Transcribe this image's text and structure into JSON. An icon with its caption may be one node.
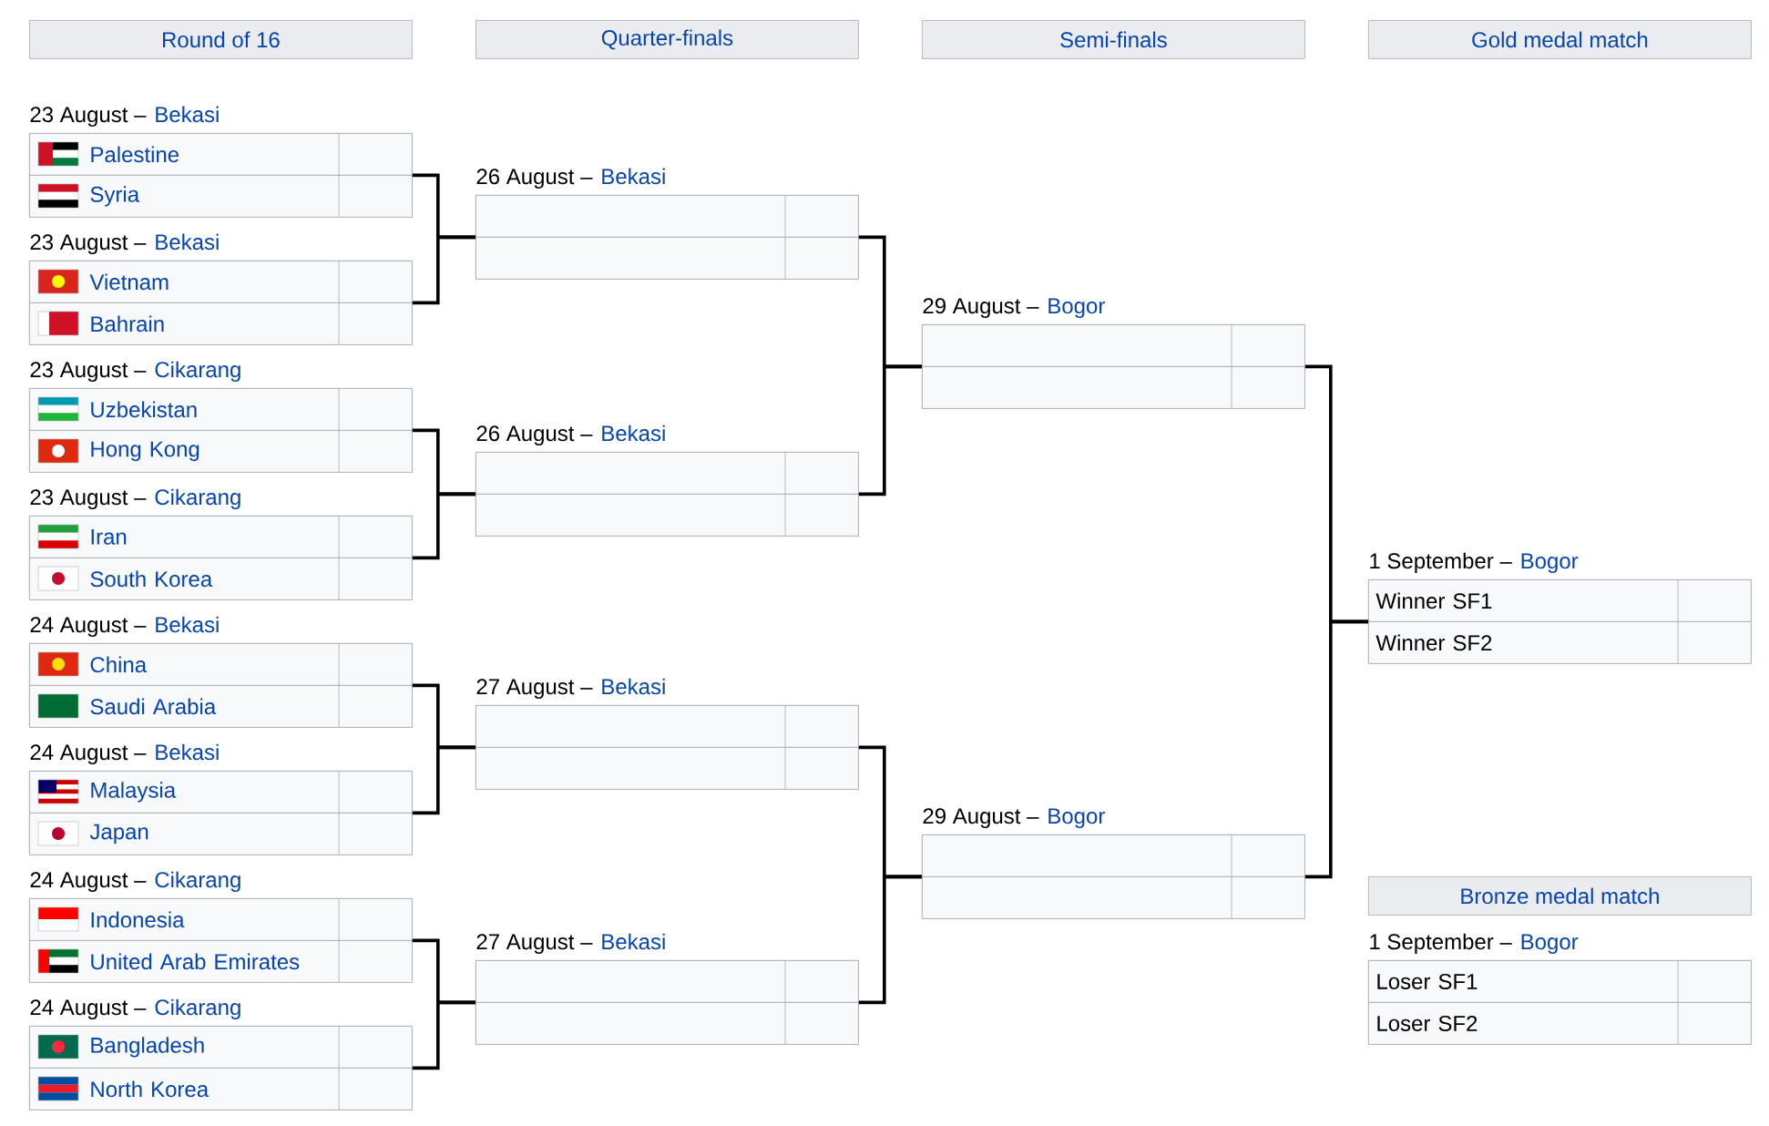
{
  "diagram": {
    "nodes": [
      {
        "text": [
          "Round of 16"
        ]
      },
      {
        "text": [
          "Quarter-finals"
        ]
      },
      {
        "text": [
          "Semi-finals"
        ]
      },
      {
        "text": [
          "Gold medal match"
        ]
      },
      {
        "text": [],
        "shape": "box",
        "beside": [
          "23 August –",
          "Bekasi"
        ]
      },
      {
        "text": [
          "Palestine"
        ],
        "in": 4
      },
      {
        "text": [
          "Syria"
        ],
        "in": 4
      },
      {
        "text": [],
        "shape": "box",
        "beside": [
          "23 August –",
          "Bekasi"
        ]
      },
      {
        "text": [
          "Vietnam"
        ],
        "in": 7
      },
      {
        "text": [
          "Bahrain"
        ],
        "in": 7
      },
      {
        "text": [],
        "shape": "box",
        "beside": [
          "23 August –",
          "Cikarang"
        ]
      },
      {
        "text": [
          "Uzbekistan"
        ],
        "in": 10
      },
      {
        "text": [
          "Hong Kong"
        ],
        "in": 10
      },
      {
        "text": [],
        "shape": "box",
        "beside": [
          "23 August –",
          "Cikarang"
        ]
      },
      {
        "text": [
          "Iran"
        ],
        "in": 13
      },
      {
        "text": [
          "South Korea"
        ],
        "in": 13
      },
      {
        "text": [],
        "shape": "box",
        "beside": [
          "24 August –",
          "Bekasi"
        ]
      },
      {
        "text": [
          "China"
        ],
        "in": 16
      },
      {
        "text": [
          "Saudi Arabia"
        ],
        "in": 16
      },
      {
        "text": [],
        "shape": "box",
        "beside": [
          "24 August –",
          "Bekasi"
        ]
      },
      {
        "text": [
          "Malaysia"
        ],
        "in": 19
      },
      {
        "text": [
          "Japan"
        ],
        "in": 19
      },
      {
        "text": [],
        "shape": "box",
        "beside": [
          "24 August –",
          "Cikarang"
        ]
      },
      {
        "text": [
          "Indonesia"
        ],
        "in": 22
      },
      {
        "text": [
          "United Arab Emirates"
        ],
        "in": 22
      },
      {
        "text": [],
        "shape": "box",
        "beside": [
          "24 August –",
          "Cikarang"
        ]
      },
      {
        "text": [
          "Bangladesh"
        ],
        "in": 25
      },
      {
        "text": [
          "North Korea"
        ],
        "in": 25
      },
      {
        "text": [],
        "shape": "box",
        "beside": [
          "26 August –",
          "Bekasi"
        ]
      },
      {
        "text": [],
        "shape": "box",
        "in": 28
      },
      {
        "text": [],
        "shape": "box",
        "in": 28
      },
      {
        "text": [],
        "shape": "box",
        "beside": [
          "26 August –",
          "Bekasi"
        ]
      },
      {
        "text": [],
        "shape": "box",
        "in": 31
      },
      {
        "text": [],
        "shape": "box",
        "in": 31
      },
      {
        "text": [],
        "shape": "box",
        "beside": [
          "27 August –",
          "Bekasi"
        ]
      },
      {
        "text": [],
        "shape": "box",
        "in": 34
      },
      {
        "text": [],
        "shape": "box",
        "in": 34
      },
      {
        "text": [],
        "shape": "box",
        "beside": [
          "27 August –",
          "Bekasi"
        ]
      },
      {
        "text": [],
        "shape": "box",
        "in": 37
      },
      {
        "text": [],
        "shape": "box",
        "in": 37
      },
      {
        "text": [],
        "shape": "box",
        "beside": [
          "29 August –",
          "Bogor"
        ]
      },
      {
        "text": [],
        "shape": "box",
        "in": 40
      },
      {
        "text": [],
        "shape": "box",
        "in": 40
      },
      {
        "text": [],
        "shape": "box",
        "beside": [
          "29 August –",
          "Bogor"
        ]
      },
      {
        "text": [],
        "shape": "box",
        "in": 43
      },
      {
        "text": [],
        "shape": "box",
        "in": 43
      },
      {
        "text": [],
        "shape": "box",
        "beside": [
          "1 September –",
          "Bogor"
        ]
      },
      {
        "text": [
          "Winner SF1"
        ],
        "in": 46
      },
      {
        "text": [
          "Winner SF2"
        ],
        "in": 46
      },
      {
        "text": [
          "Bronze medal match"
        ]
      },
      {
        "text": [],
        "shape": "box",
        "beside": [
          "1 September –",
          "Bogor"
        ]
      },
      {
        "text": [
          "Loser SF1"
        ],
        "in": 50
      },
      {
        "text": [
          "Loser SF2"
        ],
        "in": 50
      }
    ],
    "edges": [
      {
        "from": 4,
        "to": 28,
        "arrow": "none"
      },
      {
        "from": 7,
        "to": 28,
        "arrow": "none"
      },
      {
        "from": 10,
        "to": 31,
        "arrow": "none"
      },
      {
        "from": 13,
        "to": 31,
        "arrow": "none"
      },
      {
        "from": 16,
        "to": 34,
        "arrow": "none"
      },
      {
        "from": 19,
        "to": 34,
        "arrow": "none"
      },
      {
        "from": 22,
        "to": 37,
        "arrow": "none"
      },
      {
        "from": 25,
        "to": 37,
        "arrow": "none"
      },
      {
        "from": 28,
        "to": 40,
        "arrow": "none"
      },
      {
        "from": 31,
        "to": 40,
        "arrow": "none"
      },
      {
        "from": 34,
        "to": 43,
        "arrow": "none"
      },
      {
        "from": 37,
        "to": 43,
        "arrow": "none"
      },
      {
        "from": 40,
        "to": 46,
        "arrow": "none"
      },
      {
        "from": 43,
        "to": 46,
        "arrow": "none"
      }
    ]
  }
}
